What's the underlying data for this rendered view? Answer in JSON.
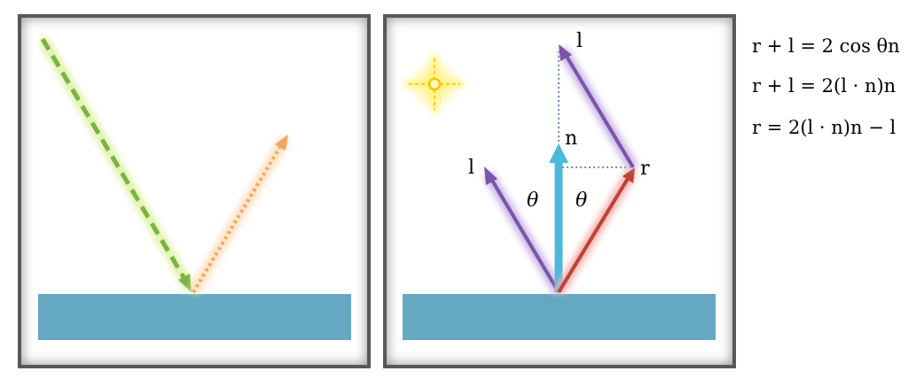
{
  "labels": {
    "light_top": "l",
    "light_left": "l",
    "normal": "n",
    "reflection": "r",
    "theta_left": "θ",
    "theta_right": "θ"
  },
  "equations": [
    "r + l = 2 cos θn",
    "r + l = 2(l · n)n",
    "r = 2(l · n)n − l"
  ],
  "colors": {
    "surface": "#64a8c1",
    "incident": "#7cb342",
    "incident_glow": "#dcf0a0",
    "reflected": "#f0a560",
    "light_vector": "#7a55a8",
    "normal_vector": "#4db8dc",
    "reflection_vector": "#c0403a",
    "sun": "#f5c400",
    "guide": "#3a6ea8"
  },
  "icons": [
    "light-source-icon"
  ]
}
